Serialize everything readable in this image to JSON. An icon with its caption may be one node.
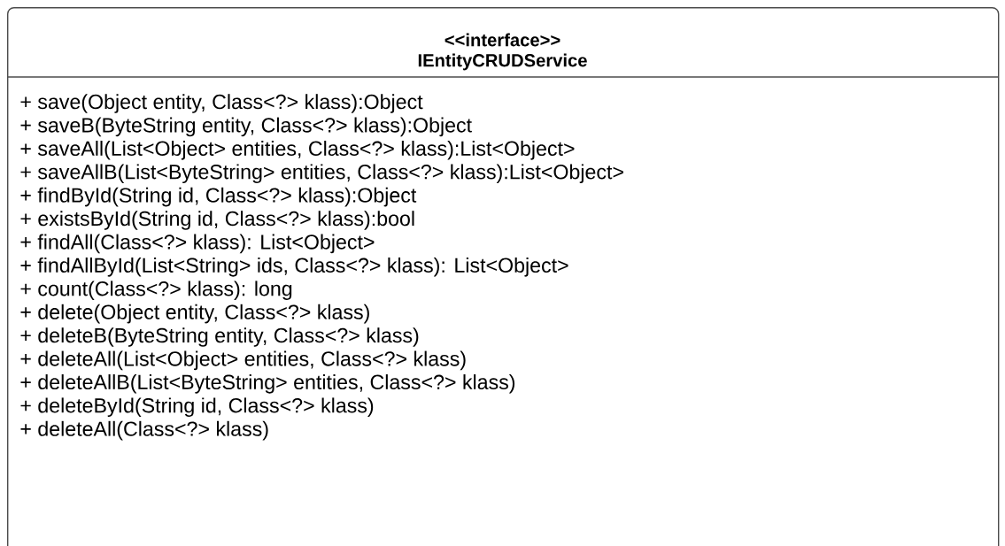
{
  "diagram": {
    "nodes": [
      {
        "text": [
          "<<interface>>",
          "IEntityCRUDService",
          "+ save(Object entity, Class<?> klass):Object",
          "+ saveB(ByteString entity, Class<?> klass):Object",
          "+ saveAll(List<Object> entities, Class<?> klass):List<Object>",
          "+ saveAllB(List<ByteString> entities, Class<?> klass):List<Object>",
          "+ findById(String id, Class<?> klass):Object",
          "+ existsById(String id, Class<?> klass):bool",
          "+ findAll(Class<?> klass): List<Object>",
          "+ findAllById(List<String> ids, Class<?> klass): List<Object>",
          "+ count(Class<?> klass): long",
          "+ delete(Object entity, Class<?> klass)",
          "+ deleteB(ByteString entity, Class<?> klass)",
          "+ deleteAll(List<Object> entities, Class<?> klass)",
          "+ deleteAllB(List<ByteString> entities, Class<?> klass)",
          "+ deleteById(String id, Class<?> klass)",
          "+ deleteAll(Class<?> klass)"
        ]
      }
    ]
  }
}
